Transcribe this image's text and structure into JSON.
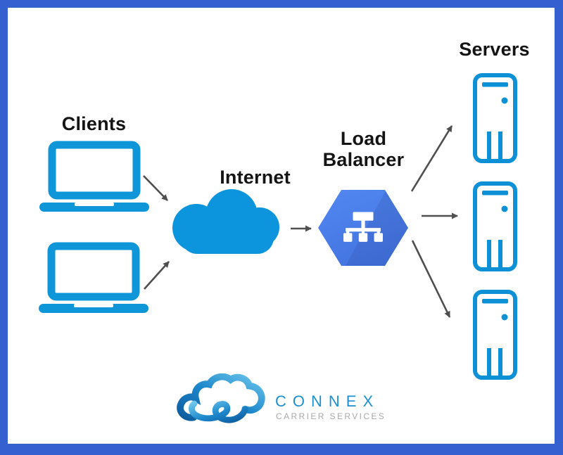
{
  "diagram": {
    "labels": {
      "clients": "Clients",
      "internet": "Internet",
      "load_balancer": "Load Balancer",
      "servers": "Servers"
    },
    "node_counts": {
      "clients": 2,
      "servers": 3
    }
  },
  "logo": {
    "name": "CONNEX",
    "tagline": "CARRIER SERVICES"
  },
  "colors": {
    "frame": "#3461cf",
    "cloud_blue": "#0c95dc",
    "device_blue": "#0f96d9",
    "server_blue": "#0e90d6",
    "hexagon_light": "#5288f1",
    "hexagon_dark": "#4170dd",
    "arrow": "#4f4f4f",
    "label_text": "#141414",
    "logo_blue": "#1e90d0",
    "logo_gray": "#a9a9a9",
    "logo_grad_dark": "#0e5c9e",
    "logo_grad_mid": "#1d87cb",
    "logo_grad_light": "#6cc6ec"
  }
}
